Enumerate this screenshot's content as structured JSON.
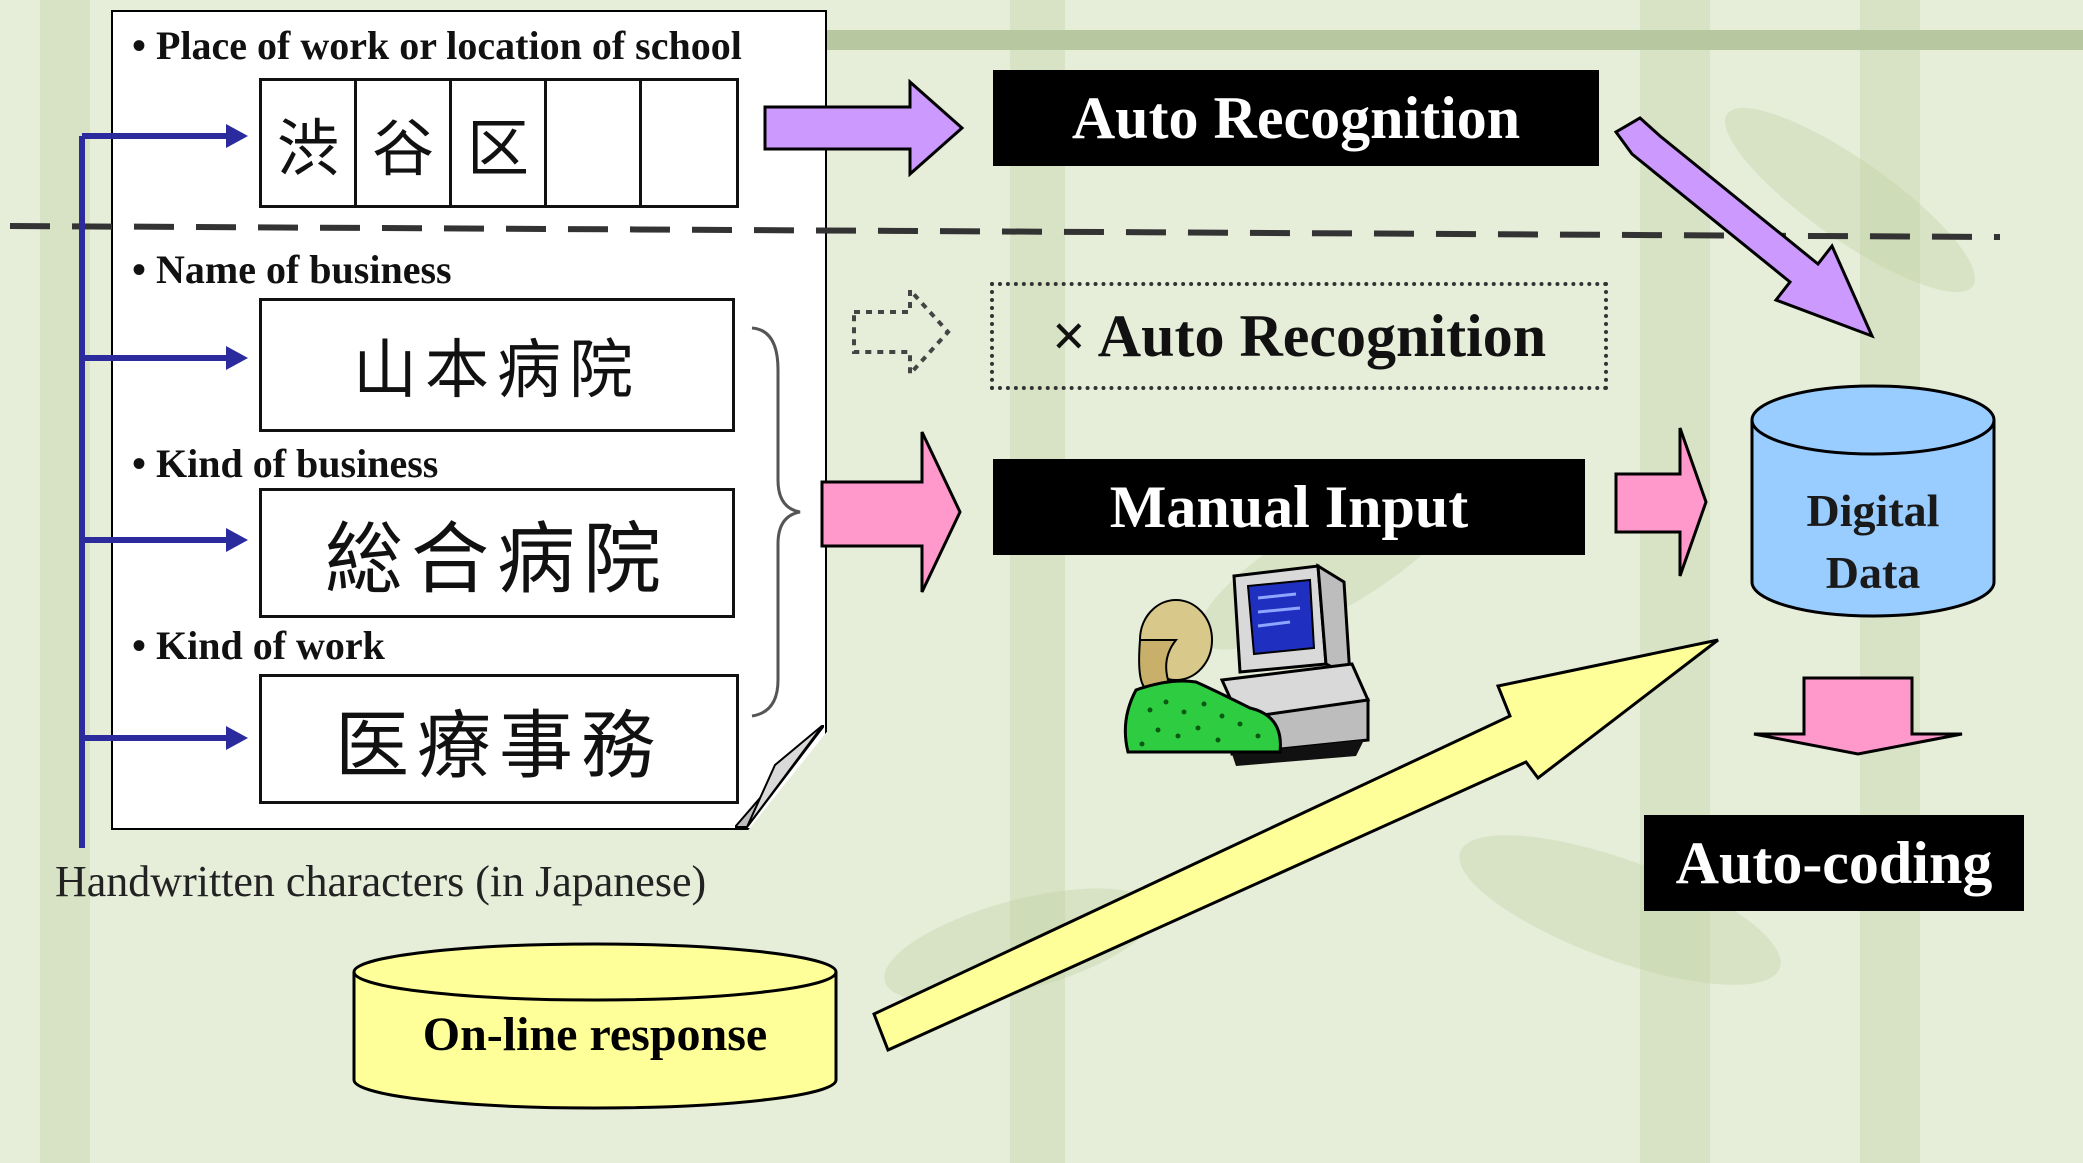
{
  "form": {
    "field1_label": "• Place of work or location of school",
    "field1_chars": [
      "渋",
      "谷",
      "区",
      "",
      ""
    ],
    "field2_label": "• Name of business",
    "field2_value": "山本病院",
    "field3_label": "• Kind of business",
    "field3_value": "総合病院",
    "field4_label": "• Kind of work",
    "field4_value": "医療事務"
  },
  "caption": "Handwritten characters (in Japanese)",
  "auto_recognition": "Auto Recognition",
  "auto_recognition_failed": "× Auto Recognition",
  "manual_input": "Manual Input",
  "digital_data_line1": "Digital",
  "digital_data_line2": "Data",
  "auto_coding": "Auto-coding",
  "online_response": "On-line response",
  "colors": {
    "background": "#e6edd9",
    "violet_arrow": "#cc99ff",
    "pink_arrow": "#ff99cc",
    "yellow_arrow": "#ffff99",
    "db_blue": "#99ccff",
    "db_yellow": "#ffff99",
    "bracket_blue": "#2b2b9e"
  }
}
